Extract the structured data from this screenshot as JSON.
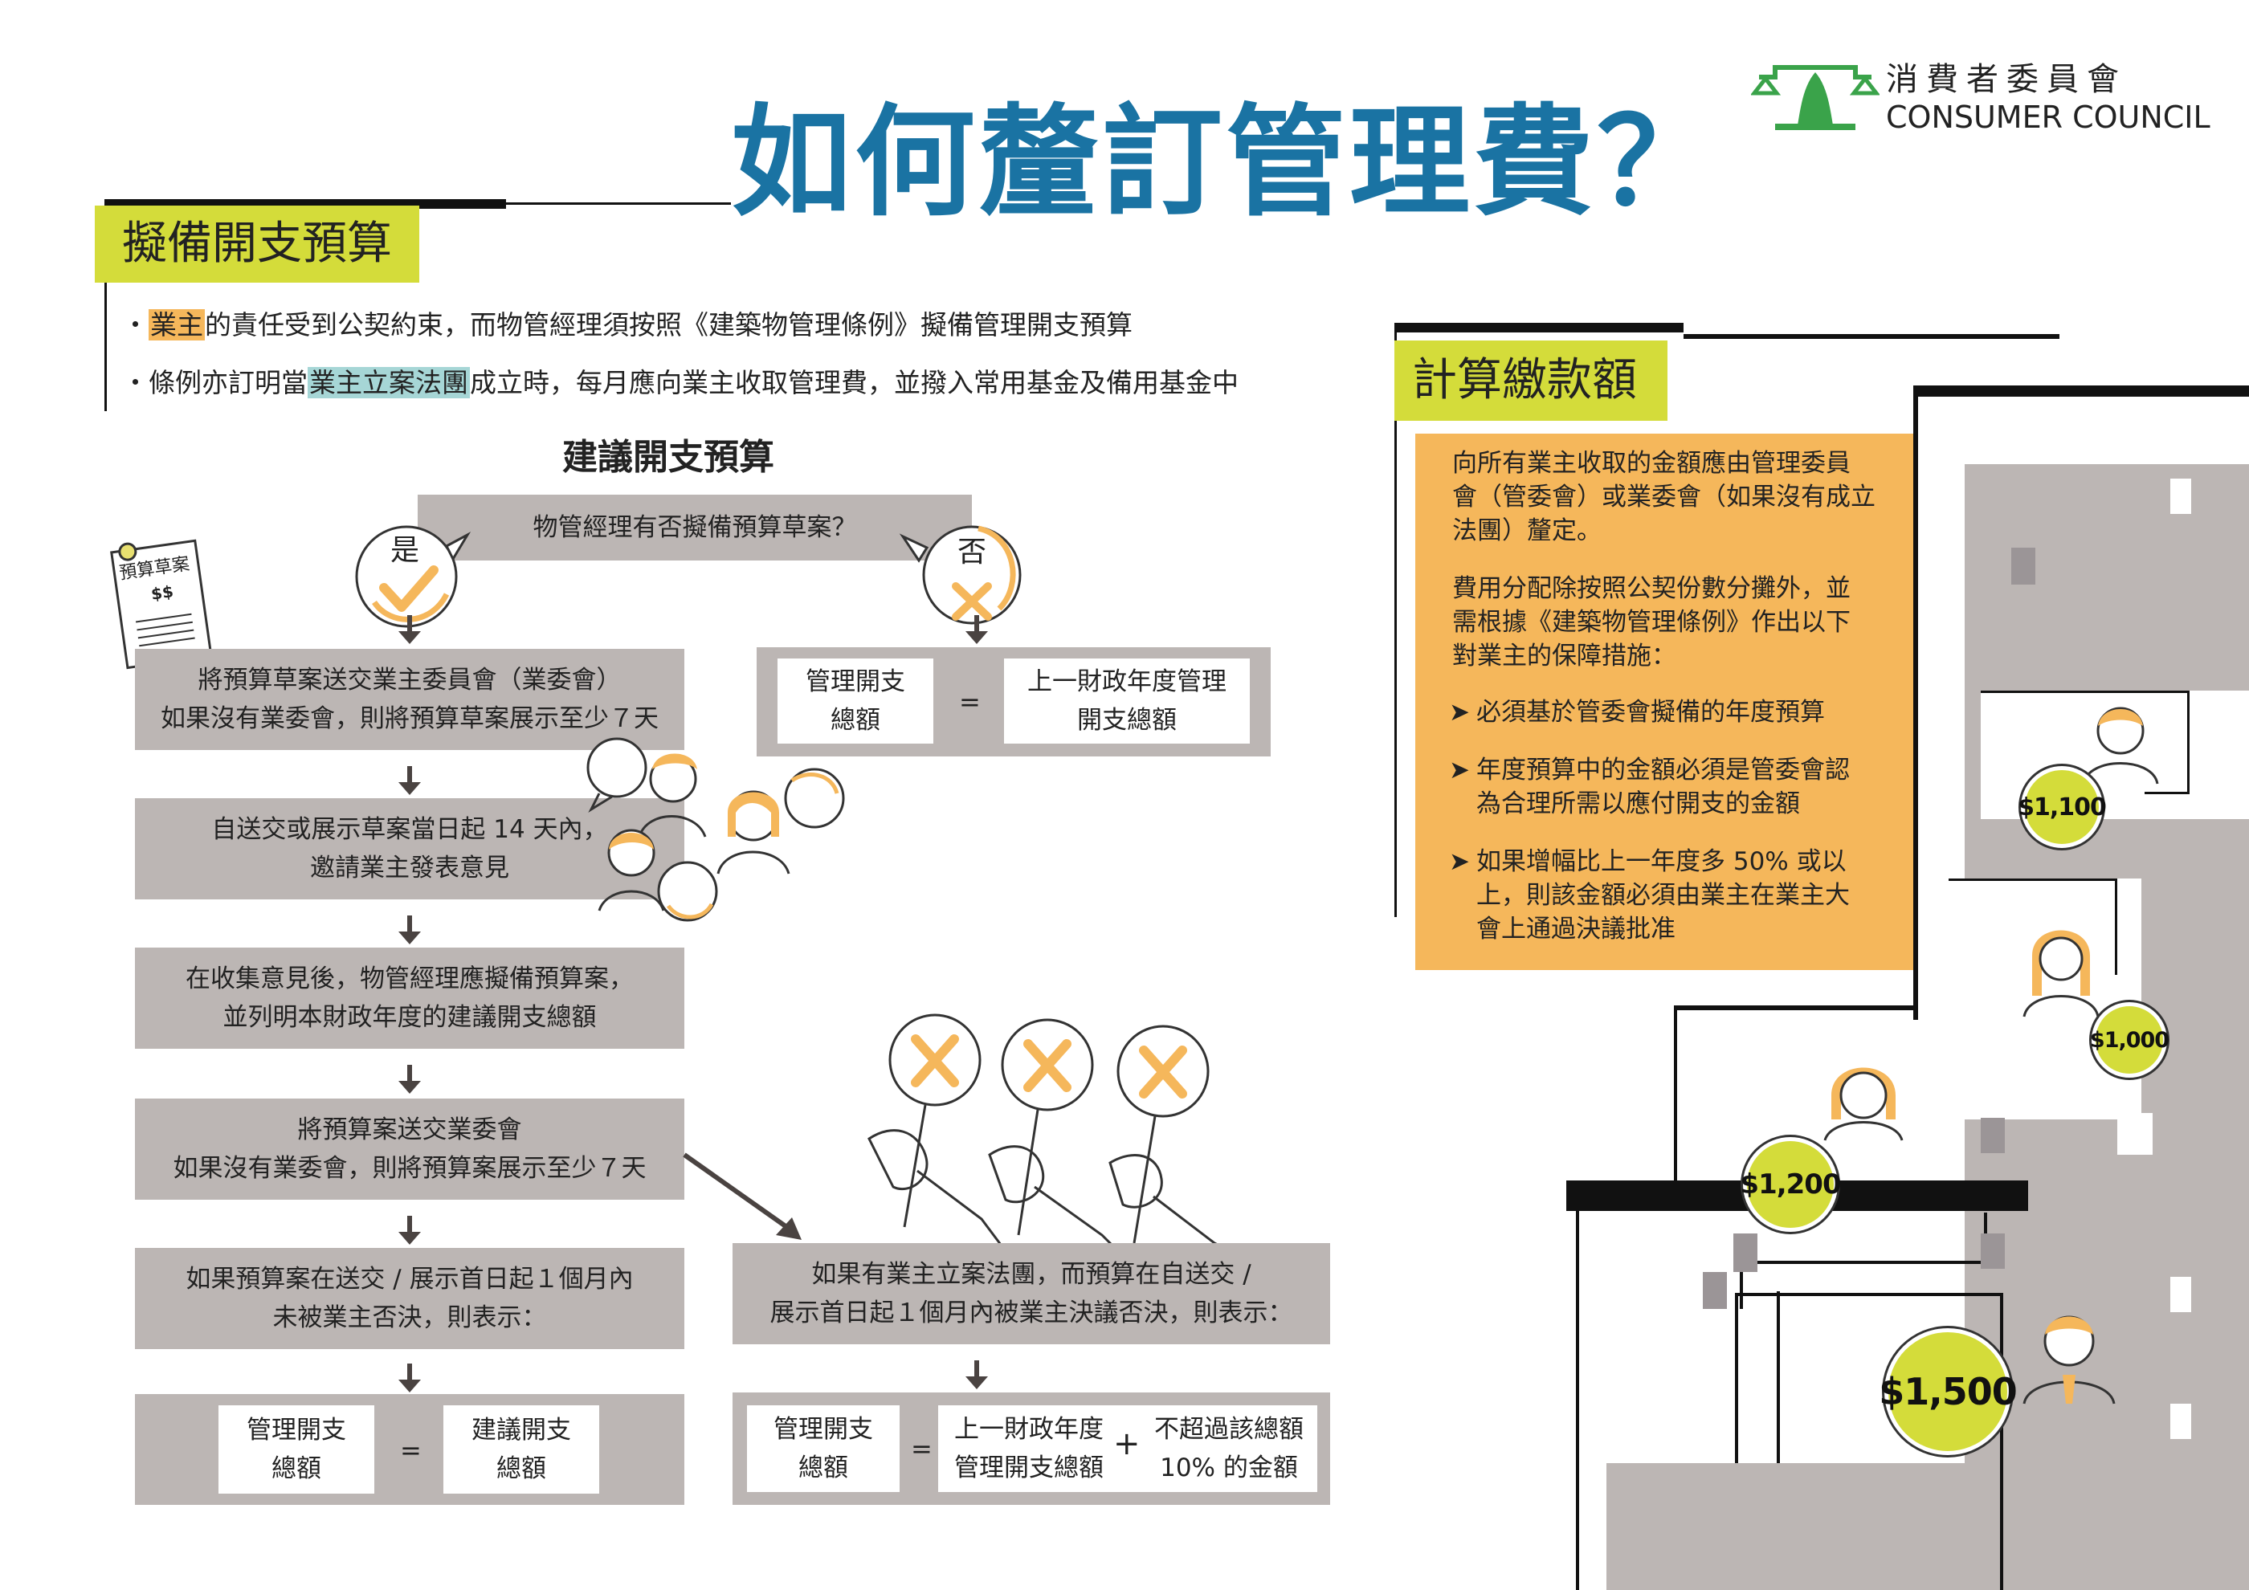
{
  "title": "如何釐訂管理費？",
  "logo": {
    "zh": "消費者委員會",
    "en": "CONSUMER COUNCIL"
  },
  "left": {
    "section_title": "擬備開支預算",
    "bullets": [
      {
        "prefix": "・",
        "highlight": "業主",
        "rest": "的責任受到公契約束，而物管經理須按照《建築物管理條例》擬備管理開支預算"
      },
      {
        "prefix": "・條例亦訂明當",
        "highlight": "業主立案法團",
        "rest": "成立時，每月應向業主收取管理費，並撥入常用基金及備用基金中"
      }
    ],
    "flow_title": "建議開支預算",
    "question": "物管經理有否擬備預算草案？",
    "yes": "是",
    "no": "否",
    "doc_label": "預算草案",
    "doc_money": "$$",
    "no_formula": {
      "left": [
        "管理開支",
        "總額"
      ],
      "eq": "=",
      "right": [
        "上一財政年度管理",
        "開支總額"
      ]
    },
    "steps": [
      [
        "將預算草案送交業主委員會（業委會）",
        "如果沒有業委會，則將預算草案展示至少７天"
      ],
      [
        "自送交或展示草案當日起 14 天內，",
        "邀請業主發表意見"
      ],
      [
        "在收集意見後，物管經理應擬備預算案，",
        "並列明本財政年度的建議開支總額"
      ],
      [
        "將預算案送交業委會",
        "如果沒有業委會，則將預算案展示至少７天"
      ],
      [
        "如果預算案在送交 / 展示首日起１個月內",
        "未被業主否決，則表示："
      ]
    ],
    "formula_a": {
      "left": [
        "管理開支",
        "總額"
      ],
      "eq": "=",
      "right": [
        "建議開支",
        "總額"
      ]
    },
    "rejected_box": [
      "如果有業主立案法團，而預算在自送交 /",
      "展示首日起１個月內被業主決議否決，則表示："
    ],
    "formula_b": {
      "left": [
        "管理開支",
        "總額"
      ],
      "eq": "=",
      "mid": [
        "上一財政年度",
        "管理開支總額"
      ],
      "plus": "+",
      "right": [
        "不超過該總額",
        "10% 的金額"
      ]
    }
  },
  "right": {
    "section_title": "計算繳款額",
    "para1": [
      "向所有業主收取的金額應由管理委員",
      "會（管委會）或業委會（如果沒有成立",
      "法團）釐定。"
    ],
    "para2": [
      "費用分配除按照公契份數分攤外，並",
      "需根據《建築物管理條例》作出以下",
      "對業主的保障措施："
    ],
    "arrow_mark": "➤",
    "points": [
      [
        "必須基於管委會擬備的年度預算"
      ],
      [
        "年度預算中的金額必須是管委會認",
        "為合理所需以應付開支的金額"
      ],
      [
        "如果增幅比上一年度多 50% 或以",
        "上，則該金額必須由業主在業主大",
        "會上通過決議批准"
      ]
    ],
    "fees": [
      "$1,100",
      "$1,000",
      "$1,200",
      "$1,500"
    ]
  }
}
